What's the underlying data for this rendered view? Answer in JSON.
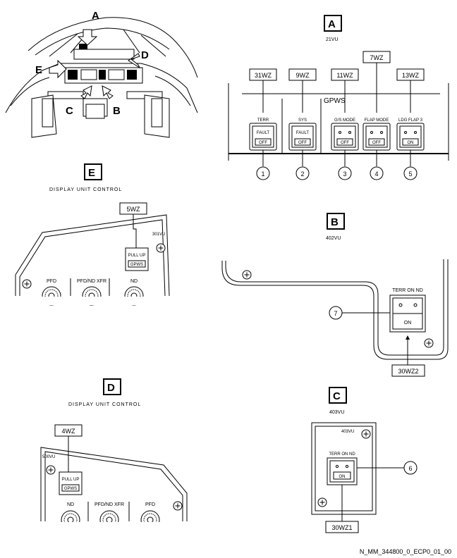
{
  "cockpit": {
    "arrow_labels": [
      "A",
      "B",
      "C",
      "D",
      "E"
    ]
  },
  "view_a": {
    "letter": "A",
    "panel": "21VU",
    "section_label": "GPWS",
    "switches": [
      {
        "wz": "31WZ",
        "top": "TERR",
        "legend": "FAULT",
        "lower": "OFF",
        "callout": "1"
      },
      {
        "wz": "9WZ",
        "top": "SYS",
        "legend": "FAULT",
        "lower": "OFF",
        "callout": "2"
      },
      {
        "wz": "11WZ",
        "top": "G/S MODE",
        "legend": "",
        "lower": "OFF",
        "callout": "3"
      },
      {
        "wz": "7WZ",
        "top": "FLAP MODE",
        "legend": "",
        "lower": "OFF",
        "callout": "4"
      },
      {
        "wz": "13WZ",
        "top": "LDG FLAP 3",
        "legend": "",
        "lower": "ON",
        "callout": "5"
      }
    ]
  },
  "view_e": {
    "letter": "E",
    "title": "DISPLAY UNIT CONTROL",
    "wz": "5WZ",
    "panel": "301VU",
    "button_top": "PULL UP",
    "button_bottom": "GPWS",
    "knobs": [
      "PFD",
      "PFD/ND XFR",
      "ND"
    ]
  },
  "view_b": {
    "letter": "B",
    "panel": "402VU",
    "button_label": "TERR ON ND",
    "button_state": "ON",
    "callout": "7",
    "wz": "30WZ2"
  },
  "view_d": {
    "letter": "D",
    "title": "DISPLAY UNIT CONTROL",
    "wz": "4WZ",
    "panel": "500VU",
    "button_top": "PULL UP",
    "button_bottom": "GPWS",
    "knobs": [
      "ND",
      "PFD/ND XFR",
      "PFD"
    ]
  },
  "view_c": {
    "letter": "C",
    "panel": "403VU",
    "inner_panel": "403VU",
    "button_label": "TERR ON ND",
    "button_state": "ON",
    "callout": "6",
    "wz": "30WZ1"
  },
  "footer": {
    "reference": "N_MM_344800_0_ECP0_01_00"
  }
}
